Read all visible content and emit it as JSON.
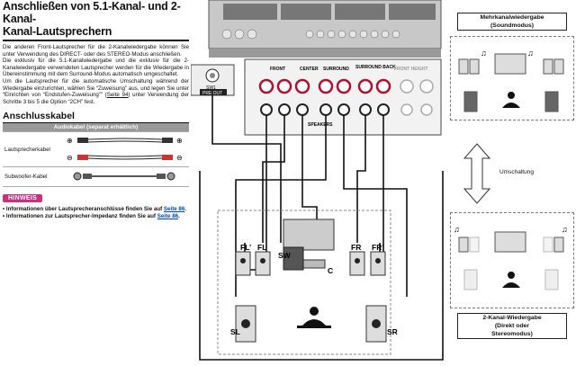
{
  "title_line1": "Anschließen von 5.1-Kanal- und 2-Kanal-",
  "title_line2": "Kanal-Lautsprechern",
  "para1": "Die anderen Front-Lautsprecher für die 2-Kanalwiedergabe können Sie unter Verwendung des DIRECT- oder des STEREO-Modus anschließen.",
  "para2": "Die exklusiv für die 5.1-Kanalwiedergabe und die exklusiv für die 2-Kanalwiedergabe verwendeten Lautsprecher werden für die Wiedergabe in Übereinstimmung mit dem Surround-Modus automatisch umgeschaltet.",
  "para3_a": "Um die Lautsprecher für die automatische Umschaltung während der Wiedergabe einzurichten, wählen Sie “Zuweisung” aus, und legen Sie unter “Einrichten von “Endstufen-Zuweisung”” (",
  "para3_link": "Seite 94",
  "para3_b": ") unter Verwendung der Schritte 3 bis 5 die Option “2CH” fest.",
  "cable_heading": "Anschlusskabel",
  "cable_table_header": "Audiokabel (separat erhältlich)",
  "cable_rows": [
    "Lautsprecherkabel",
    "Subwoofer-Kabel"
  ],
  "hinweis_label": "HINWEIS",
  "note1": "Informationen über Lautsprecheranschlüsse finden Sie auf",
  "note1_link": "Seite 86",
  "note2": "Informationen zur Lautsprecher-Impedanz finden Sie auf",
  "note2_link": "Seite 86",
  "mode_top": [
    "Mehrkanalwiedergabe",
    "(Soundmodus)"
  ],
  "mode_switch": "Umschaltung",
  "mode_bottom": [
    "2-Kanal-Wiedergabe",
    "(Direkt oder",
    "Stereomodus)"
  ],
  "receiver_labels": {
    "subw": "SW1",
    "pre_out": "PRE OUT",
    "front": "FRONT",
    "center": "CENTER",
    "surround": "SURROUND",
    "surround_back": "SURROUND BACK",
    "front_height": "FRONT HEIGHT",
    "speakers": "SPEAKERS"
  },
  "speaker_labels": [
    "FL’",
    "FL",
    "SW",
    "C",
    "FR",
    "FR’",
    "SL",
    "SR"
  ]
}
